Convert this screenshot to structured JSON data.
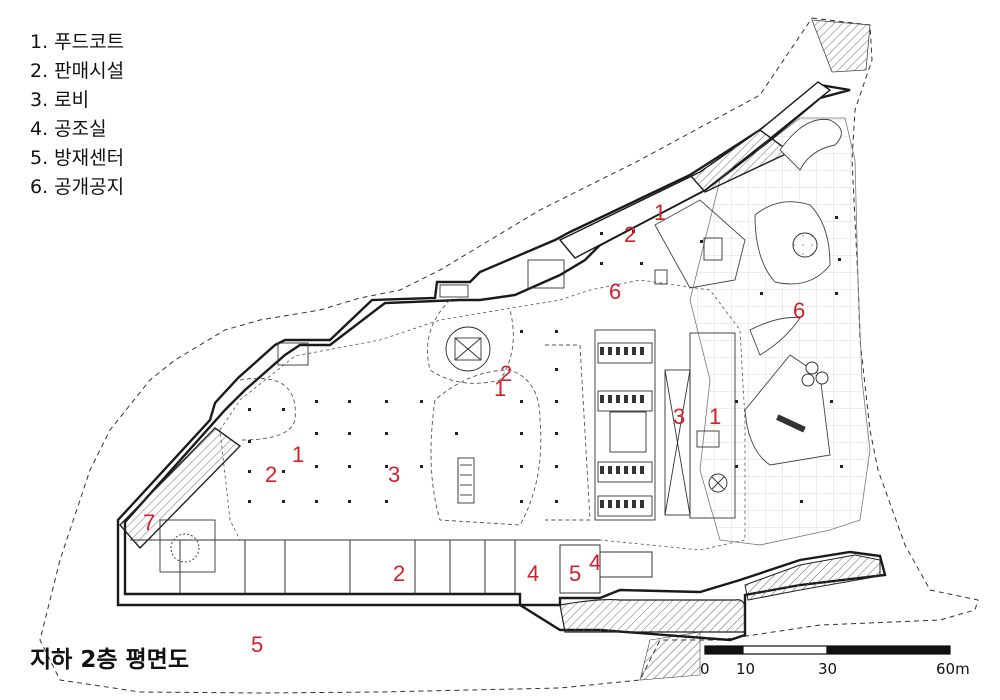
{
  "legend": {
    "items": [
      "1. 푸드코트",
      "2. 판매시설",
      "3. 로비",
      "4. 공조실",
      "5. 방재센터",
      "6. 공개공지"
    ]
  },
  "title": "지하 2층 평면도",
  "zones": [
    {
      "id": "z1",
      "label": "1"
    },
    {
      "id": "z2",
      "label": "2"
    },
    {
      "id": "z3",
      "label": "6"
    },
    {
      "id": "z4",
      "label": "6"
    },
    {
      "id": "z5",
      "label": "2"
    },
    {
      "id": "z6",
      "label": "1"
    },
    {
      "id": "z7",
      "label": "3"
    },
    {
      "id": "z8",
      "label": "1"
    },
    {
      "id": "z9",
      "label": "1"
    },
    {
      "id": "z10",
      "label": "2"
    },
    {
      "id": "z11",
      "label": "3"
    },
    {
      "id": "z12",
      "label": "7"
    },
    {
      "id": "z13",
      "label": "2"
    },
    {
      "id": "z14",
      "label": "4"
    },
    {
      "id": "z15",
      "label": "5"
    },
    {
      "id": "z16",
      "label": "4"
    },
    {
      "id": "z17",
      "label": "5"
    }
  ],
  "scale_bar": {
    "ticks": [
      "0",
      "10",
      "30",
      "60m"
    ]
  },
  "colors": {
    "zone_label": "#d2202a",
    "wall": "#1a1a1a",
    "hatch": "#555555",
    "grid": "#c9c9c9"
  }
}
